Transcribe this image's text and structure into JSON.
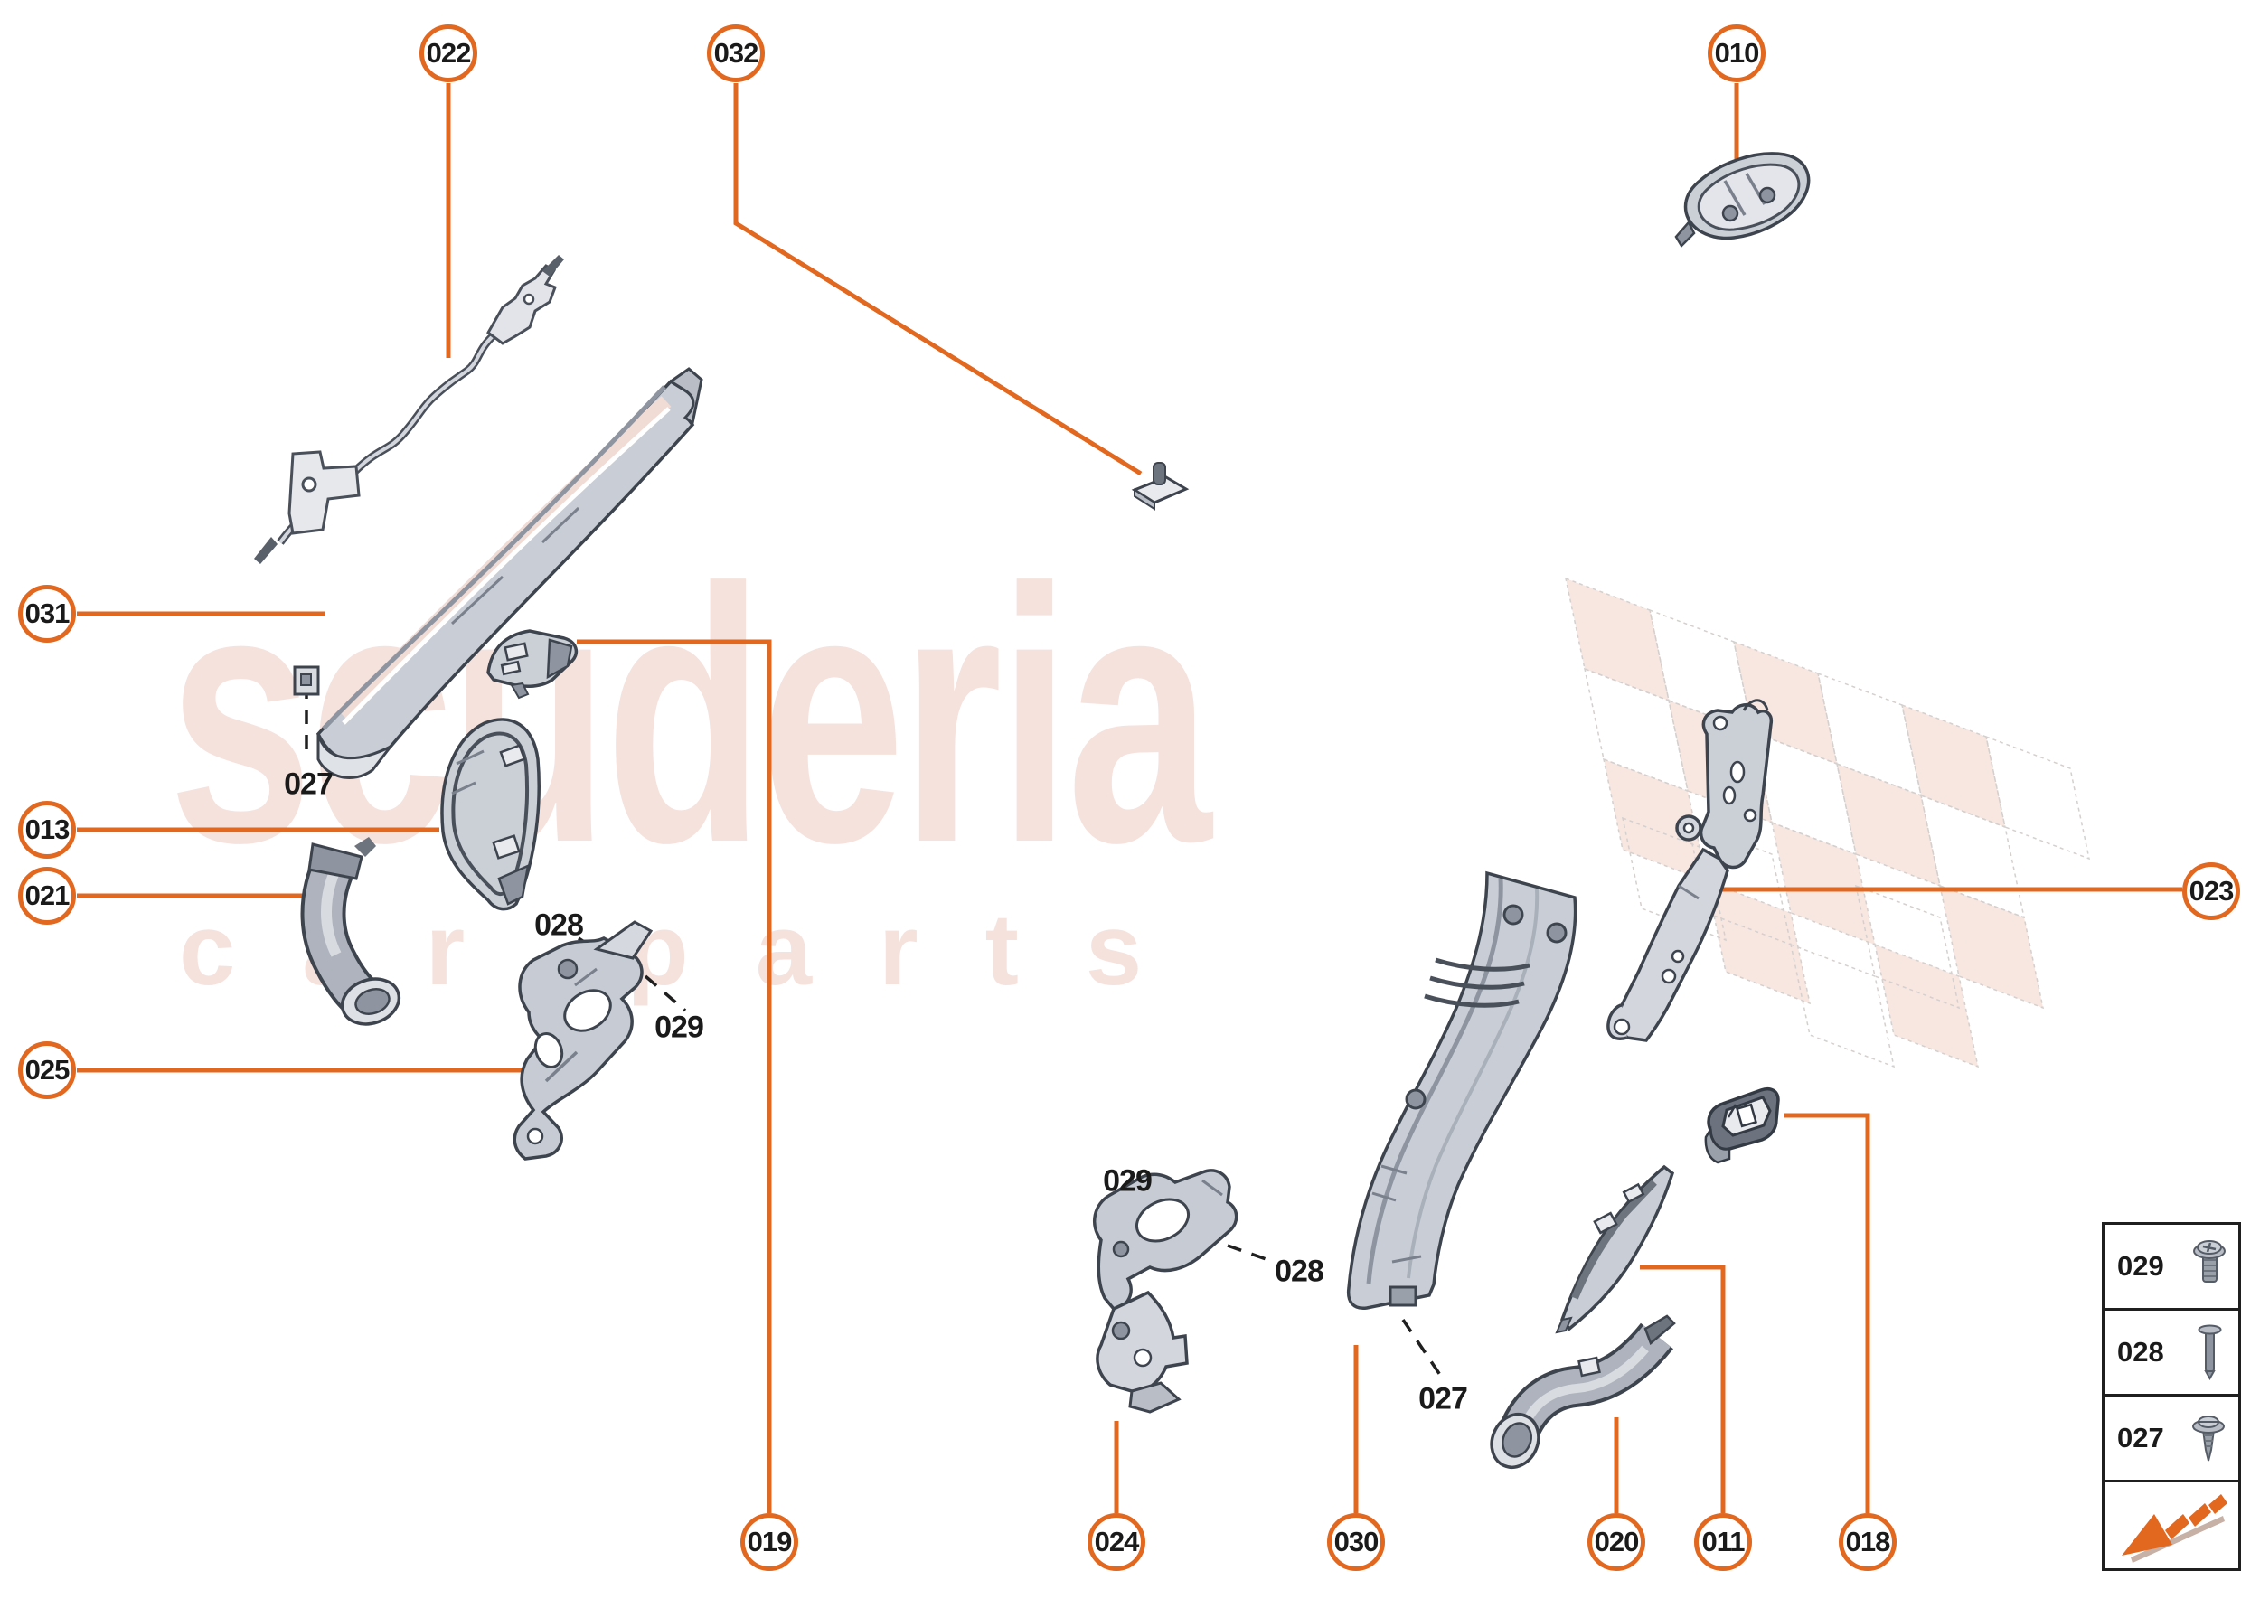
{
  "brand": {
    "watermark_title": "scuderia",
    "watermark_subtitle": "car parts"
  },
  "colors": {
    "accent_orange": "#E2671F",
    "label_text": "#1A1A1A",
    "watermark_pink": "#F5E2DC",
    "checker_pink": "#F8E6E1",
    "part_fill": "#CBD0D7",
    "part_outline": "#3E444E"
  },
  "callouts": [
    {
      "label": "022"
    },
    {
      "label": "032"
    },
    {
      "label": "010"
    },
    {
      "label": "031"
    },
    {
      "label": "013"
    },
    {
      "label": "021"
    },
    {
      "label": "025"
    },
    {
      "label": "023"
    },
    {
      "label": "019"
    },
    {
      "label": "024"
    },
    {
      "label": "030"
    },
    {
      "label": "020"
    },
    {
      "label": "011"
    },
    {
      "label": "018"
    }
  ],
  "part_labels": [
    {
      "text": "027"
    },
    {
      "text": "028"
    },
    {
      "text": "029"
    },
    {
      "text": "029"
    },
    {
      "text": "028"
    },
    {
      "text": "027"
    }
  ],
  "legend": {
    "rows": [
      {
        "label": "029",
        "icon": "pan-head-screw-icon"
      },
      {
        "label": "028",
        "icon": "expansion-rivet-icon"
      },
      {
        "label": "027",
        "icon": "self-tapping-screw-icon"
      }
    ],
    "direction_icon": "direction-arrow-icon"
  }
}
